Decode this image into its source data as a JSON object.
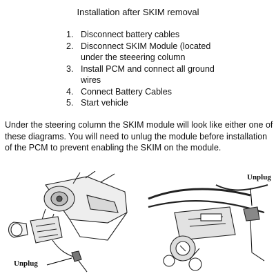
{
  "title": "Installation after SKIM removal",
  "steps": [
    {
      "num": "1.",
      "lines": [
        "Disconnect battery cables"
      ]
    },
    {
      "num": "2.",
      "lines": [
        "Disconnect SKIM Module (located",
        "under the steeering column"
      ]
    },
    {
      "num": "3.",
      "lines": [
        "Install PCM and connect all ground",
        "wires"
      ]
    },
    {
      "num": "4.",
      "lines": [
        "Connect Battery Cables"
      ]
    },
    {
      "num": "5.",
      "lines": [
        "Start vehicle"
      ]
    }
  ],
  "paragraph": "Under the steering column the SKIM module will look like either one of these diagrams. You will need to unlug the module before installation of the PCM to prevent enabling the SKIM on the module.",
  "figures": {
    "left_label": "Unplug",
    "right_label": "Unplug"
  }
}
